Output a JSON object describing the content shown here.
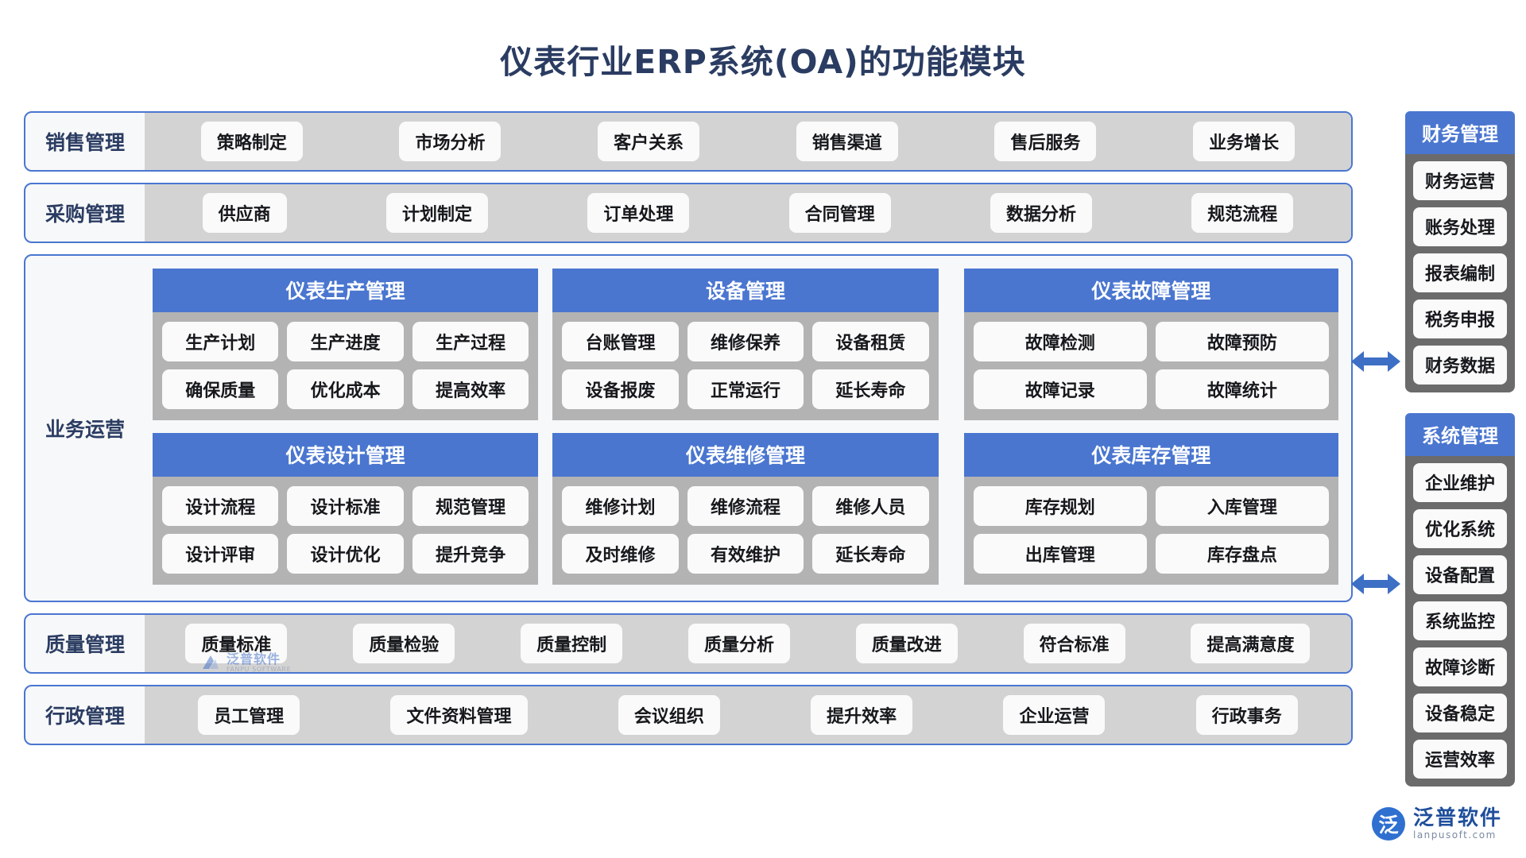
{
  "title": "仪表行业ERP系统(OA)的功能模块",
  "colors": {
    "title": "#2b3c62",
    "accent_blue": "#4a76d0",
    "band_border": "#4a76d0",
    "chip_bg": "#fafafa",
    "band_items_bg": "#d3d3d3",
    "card_body_bg": "#b3b3b3",
    "sidebar_bg": "#6b6b6b",
    "arrow": "#3d6fc4"
  },
  "bands": [
    {
      "label": "销售管理",
      "items": [
        "策略制定",
        "市场分析",
        "客户关系",
        "销售渠道",
        "售后服务",
        "业务增长"
      ]
    },
    {
      "label": "采购管理",
      "items": [
        "供应商",
        "计划制定",
        "订单处理",
        "合同管理",
        "数据分析",
        "规范流程"
      ]
    }
  ],
  "operations": {
    "label": "业务运营",
    "cards": [
      {
        "title": "仪表生产管理",
        "rows": [
          [
            "生产计划",
            "生产进度",
            "生产过程"
          ],
          [
            "确保质量",
            "优化成本",
            "提高效率"
          ]
        ]
      },
      {
        "title": "设备管理",
        "rows": [
          [
            "台账管理",
            "维修保养",
            "设备租赁"
          ],
          [
            "设备报废",
            "正常运行",
            "延长寿命"
          ]
        ]
      },
      {
        "title": "仪表故障管理",
        "rows": [
          [
            "故障检测",
            "故障预防"
          ],
          [
            "故障记录",
            "故障统计"
          ]
        ]
      },
      {
        "title": "仪表设计管理",
        "rows": [
          [
            "设计流程",
            "设计标准",
            "规范管理"
          ],
          [
            "设计评审",
            "设计优化",
            "提升竞争"
          ]
        ]
      },
      {
        "title": "仪表维修管理",
        "rows": [
          [
            "维修计划",
            "维修流程",
            "维修人员"
          ],
          [
            "及时维修",
            "有效维护",
            "延长寿命"
          ]
        ]
      },
      {
        "title": "仪表库存管理",
        "rows": [
          [
            "库存规划",
            "入库管理"
          ],
          [
            "出库管理",
            "库存盘点"
          ]
        ]
      }
    ]
  },
  "bottom_bands": [
    {
      "label": "质量管理",
      "items": [
        "质量标准",
        "质量检验",
        "质量控制",
        "质量分析",
        "质量改进",
        "符合标准",
        "提高满意度"
      ]
    },
    {
      "label": "行政管理",
      "items": [
        "员工管理",
        "文件资料管理",
        "会议组织",
        "提升效率",
        "企业运营",
        "行政事务"
      ]
    }
  ],
  "sidebars": [
    {
      "title": "财务管理",
      "items": [
        "财务运营",
        "账务处理",
        "报表编制",
        "税务申报",
        "财务数据"
      ]
    },
    {
      "title": "系统管理",
      "items": [
        "企业维护",
        "优化系统",
        "设备配置",
        "系统监控",
        "故障诊断",
        "设备稳定",
        "运营效率"
      ]
    }
  ],
  "watermark": {
    "cn": "泛普软件",
    "en": "FANPU SOFTWARE"
  },
  "logo": {
    "mark": "泛",
    "cn": "泛普软件",
    "en": "lanpusoft.com"
  }
}
